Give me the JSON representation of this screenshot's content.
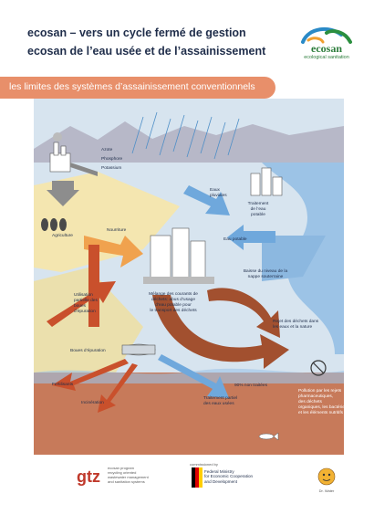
{
  "header": {
    "title_line1": "ecosan – vers un cycle fermé de gestion",
    "title_line2": "ecosan de l’eau usée et de l’assainissement",
    "banner": "les limites des systèmes d’assainissement conventionnels"
  },
  "logo": {
    "name": "ecosan",
    "subtitle": "ecological sanitation"
  },
  "diagram": {
    "labels": {
      "azote": "Azote",
      "phosphore": "Phosphore",
      "potassium": "Potassium",
      "eaux_pluviales_1": "Eaux",
      "eaux_pluviales_2": "pluviales",
      "traitement_eau_1": "Traitement",
      "traitement_eau_2": "de l’eau",
      "traitement_eau_3": "potable",
      "agriculture": "Agriculture",
      "nourriture": "Nourriture",
      "eau_potable": "Eau potable",
      "baisse_1": "Baisse du niveau de la",
      "baisse_2": "nappe souterraine",
      "utilisation_1": "Utilisation",
      "utilisation_2": "partielle des",
      "utilisation_3": "boues",
      "utilisation_4": "d’épuration",
      "melange_1": "Mélange des courants de",
      "melange_2": "déchets: abus d’usage",
      "melange_3": "d’eau potable pour",
      "melange_4": "le transport des déchets",
      "rejet_1": "Rejet des déchets dans",
      "rejet_2": "les eaux et la nature",
      "boues": "Boues d’épuration",
      "fertilisants": "Fertilisants",
      "non_traitees": "90% non traitées",
      "incineration": "Incinération",
      "traitement_partiel_1": "Traitement partiel",
      "traitement_partiel_2": "des eaux usées",
      "pollution_1": "Pollution par les rejets",
      "pollution_2": "pharmaceutiques,",
      "pollution_3": "des déchets",
      "pollution_4": "organiques, les bactéries",
      "pollution_5": "et les éléments nutritifs"
    }
  },
  "footer": {
    "gtz": "gtz",
    "gtz_sub_1": "ecosan program",
    "gtz_sub_2": "recycling oriented",
    "gtz_sub_3": "wastewater management",
    "gtz_sub_4": "and sanitation systems",
    "commissioned": "commissioned by",
    "bmz_1": "Federal Ministry",
    "bmz_2": "for Economic Cooperation",
    "bmz_3": "and Development",
    "mascot": "Dr. Water"
  },
  "colors": {
    "sky": "#d7e4ef",
    "banner": "#e88f6a",
    "arrow_brown": "#a2502f",
    "arrow_blue": "#6fa8dc",
    "water": "#9cc3e6",
    "field": "#f4e6b0",
    "sea_brown": "#c77a5a",
    "title": "#1f2d4a"
  }
}
